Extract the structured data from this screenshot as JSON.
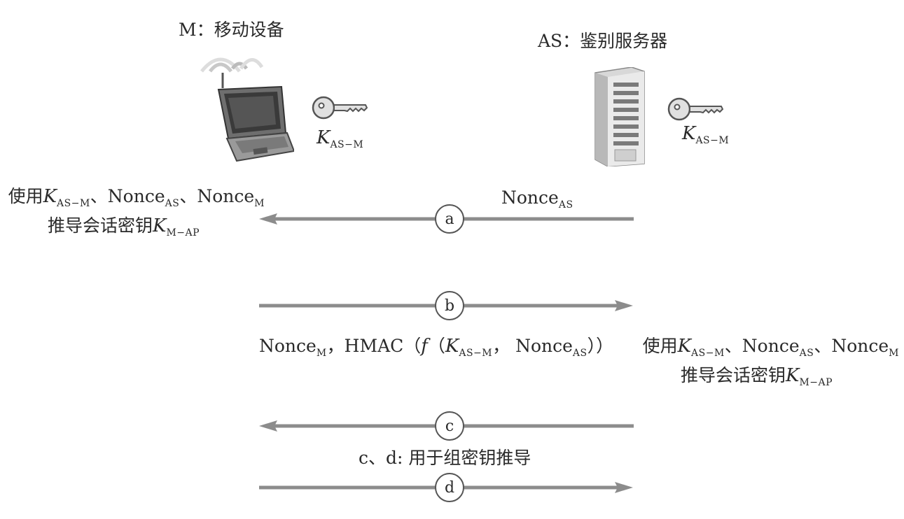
{
  "mobile": {
    "title": "M：移动设备",
    "key_var": "K",
    "key_sub": "AS−M"
  },
  "server": {
    "title": "AS：鉴别服务器",
    "key_var": "K",
    "key_sub": "AS−M"
  },
  "messages": {
    "a": {
      "label": "a",
      "text": "Nonce",
      "text_sub": "AS"
    },
    "b": {
      "label": "b",
      "p1": "Nonce",
      "p1_sub": "M",
      "p2": "，HMAC（",
      "p3": "f",
      "p4": "（",
      "p5": "K",
      "p5_sub": "AS−M",
      "p6": "， Nonce",
      "p6_sub": "AS",
      "p7": "））"
    },
    "c": {
      "label": "c"
    },
    "d": {
      "label": "d"
    },
    "cd_note": "c、d: 用于组密钥推导"
  },
  "mobile_derivation": {
    "l1_a": "使用",
    "l1_k": "K",
    "l1_k_sub": "AS−M",
    "l1_b": "、Nonce",
    "l1_b_sub": "AS",
    "l1_c": "、Nonce",
    "l1_c_sub": "M",
    "l2_a": "推导会话密钥",
    "l2_k": "K",
    "l2_k_sub": "M−AP"
  },
  "server_derivation": {
    "l1_a": "使用",
    "l1_k": "K",
    "l1_k_sub": "AS−M",
    "l1_b": "、Nonce",
    "l1_b_sub": "AS",
    "l1_c": "、Nonce",
    "l1_c_sub": "M",
    "l2_a": "推导会话密钥",
    "l2_k": "K",
    "l2_k_sub": "M−AP"
  },
  "colors": {
    "arrow": "#8c8c8c",
    "text": "#2a2a2a"
  }
}
